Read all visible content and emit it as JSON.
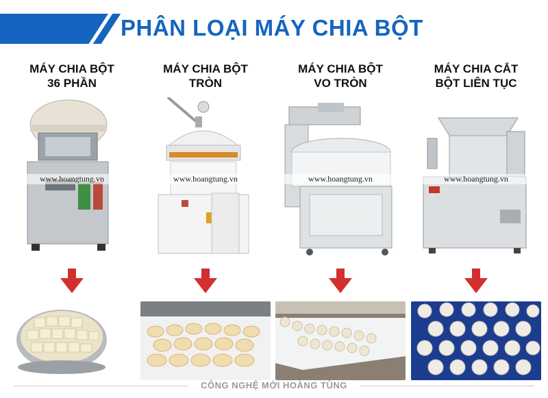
{
  "header": {
    "title": "PHÂN LOẠI MÁY CHIA BỘT"
  },
  "machines": [
    {
      "label_line1": "MÁY CHIA BỘT",
      "label_line2": "36 PHẦN",
      "watermark": "www.hoangtung.vn"
    },
    {
      "label_line1": "MÁY CHIA BỘT",
      "label_line2": "TRÒN",
      "watermark": "www.hoangtung.vn"
    },
    {
      "label_line1": "MÁY CHIA BỘT",
      "label_line2": "VO TRÒN",
      "watermark": "www.hoangtung.vn"
    },
    {
      "label_line1": "MÁY CHIA CẮT",
      "label_line2": "BỘT LIÊN TỤC",
      "watermark": "www.hoangtung.vn"
    }
  ],
  "footer": {
    "text": "CÔNG NGHỆ MỚI HOÀNG TÙNG"
  },
  "colors": {
    "brand_blue": "#1565c0",
    "arrow_red": "#d32f2f"
  }
}
